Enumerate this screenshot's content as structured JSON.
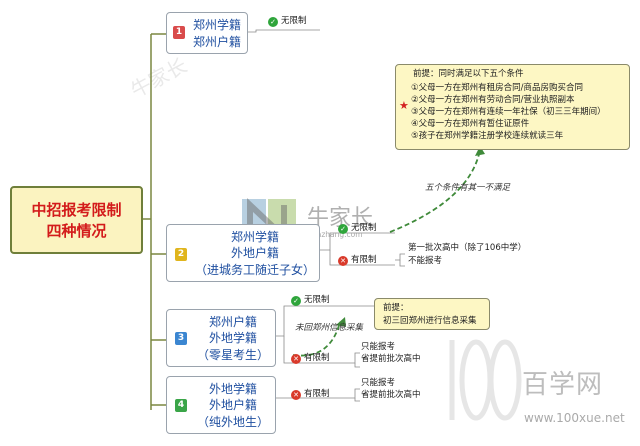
{
  "root": {
    "line1": "中招报考限制",
    "line2": "四种情况"
  },
  "branches": [
    {
      "number": "1",
      "color": "#d94b4b",
      "lines": [
        "郑州学籍",
        "郑州户籍"
      ],
      "children": [
        {
          "status": "ok",
          "label": "无限制"
        }
      ]
    },
    {
      "number": "2",
      "color": "#e0b51d",
      "lines": [
        "郑州学籍",
        "外地户籍",
        "（进城务工随迁子女）"
      ],
      "children": [
        {
          "status": "ok",
          "label": "无限制"
        },
        {
          "status": "no",
          "label": "有限制",
          "details": [
            "第一批次高中（除了106中学）",
            "不能报考"
          ]
        }
      ]
    },
    {
      "number": "3",
      "color": "#3b86d1",
      "lines": [
        "郑州户籍",
        "外地学籍",
        "（零星考生）"
      ],
      "children": [
        {
          "status": "ok",
          "label": "无限制"
        },
        {
          "status": "no",
          "label": "有限制",
          "details": [
            "只能报考",
            "省提前批次高中"
          ]
        }
      ]
    },
    {
      "number": "4",
      "color": "#3aa548",
      "lines": [
        "外地学籍",
        "外地户籍",
        "（纯外地生）"
      ],
      "children": [
        {
          "status": "no",
          "label": "有限制",
          "details": [
            "只能报考",
            "省提前批次高中"
          ]
        }
      ]
    }
  ],
  "note_top": {
    "lines": [
      "前提：同时满足以下五个条件",
      "①父母一方在郑州有租房合同/商品房购买合同",
      "②父母一方在郑州有劳动合同/营业执照副本",
      "③父母一方在郑州有连续一年社保（初三三年期间）",
      "④父母一方在郑州有暂住证原件",
      "⑤孩子在郑州学籍注册学校连续就读三年"
    ]
  },
  "note_mid": {
    "lines": [
      "前提：",
      "初三回郑州进行信息采集"
    ]
  },
  "connector_labels": {
    "top": "五个条件有其一不满足",
    "mid": "未回郑州信息采集"
  },
  "watermarks": {
    "brand_cn": "牛家长",
    "brand_url": "niujiazhang.com",
    "brand2_cn": "百学网",
    "brand2_url": "www.100xue.net",
    "brand2_num": "100"
  },
  "colors": {
    "line": "#7a8740",
    "dashed": "#3f8a3a",
    "root_fill": "#fbf3c0",
    "root_text": "#d31b1b",
    "node_text": "#1f4fa0"
  },
  "icons": {
    "ok": "check-circle-icon",
    "no": "x-circle-icon",
    "star": "star-icon"
  }
}
